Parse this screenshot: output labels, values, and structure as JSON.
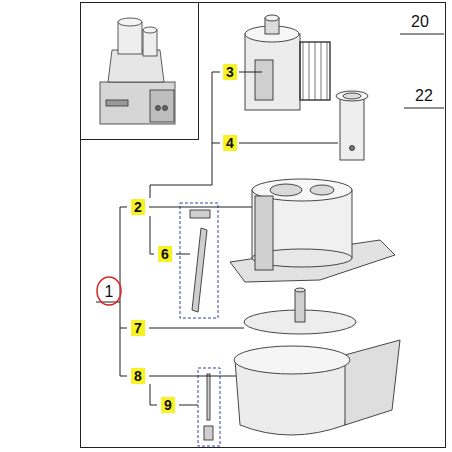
{
  "diagram": {
    "labels": [
      "20",
      "3",
      "22",
      "4",
      "2",
      "6",
      "1",
      "7",
      "8",
      "9"
    ]
  }
}
